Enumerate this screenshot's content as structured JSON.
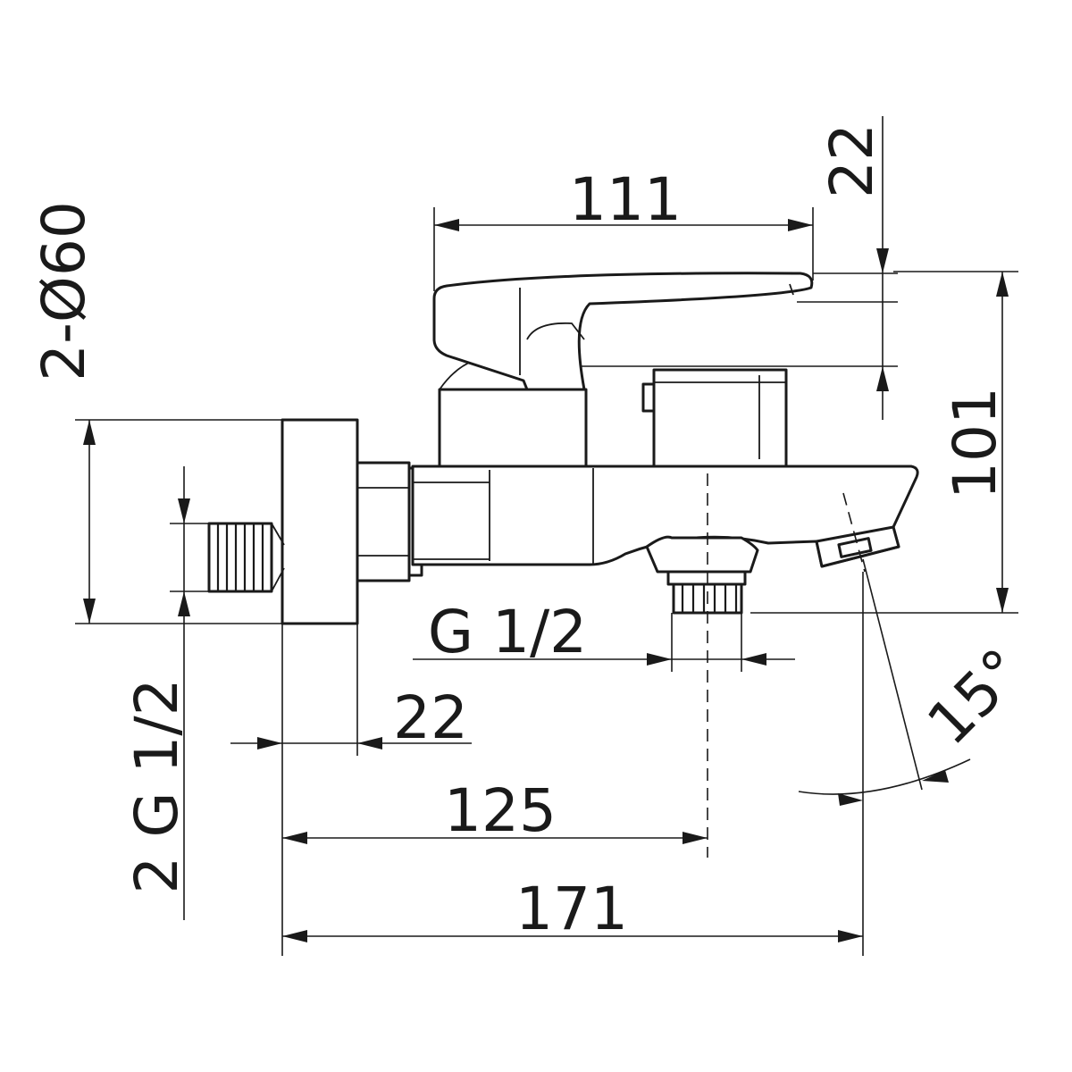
{
  "drawing": {
    "dimensions": {
      "lever_length": "111",
      "lever_height": "22",
      "total_height": "101",
      "flange_diameter": "2-Ø60",
      "inlet_thread": "2 G 1/2",
      "outlet_thread": "G 1/2",
      "flange_depth": "22",
      "outlet_offset": "125",
      "overall_length": "171",
      "spout_angle": "15°"
    },
    "colors": {
      "line": "#1a1a1a",
      "background": "#ffffff"
    }
  }
}
